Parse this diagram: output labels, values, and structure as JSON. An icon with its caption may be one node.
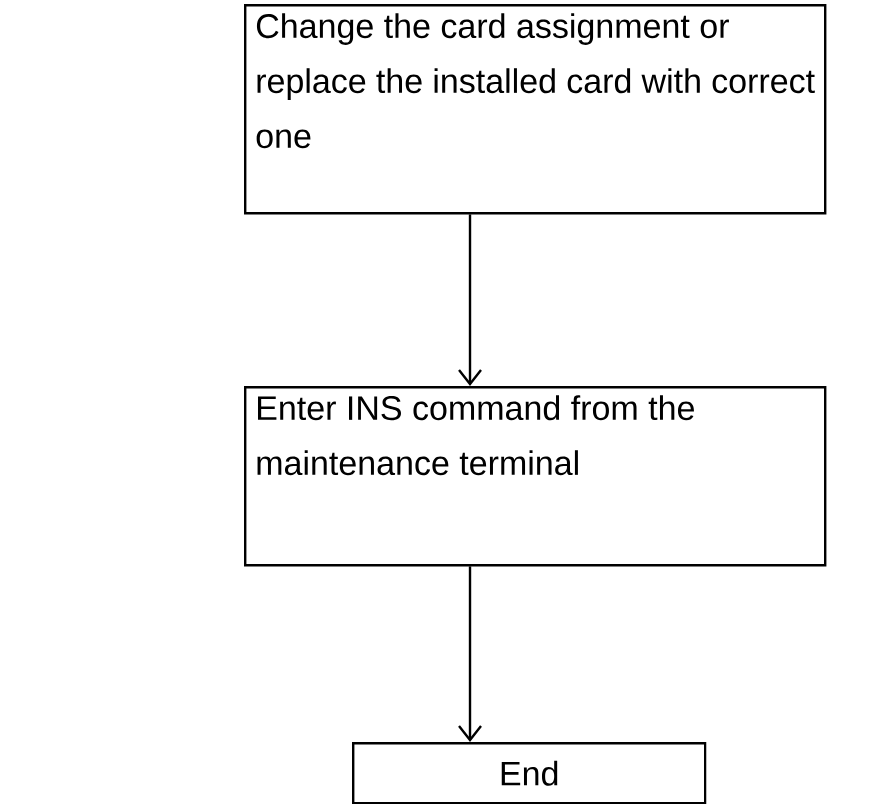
{
  "diagram": {
    "nodes": [
      {
        "text": [
          "Change the card assignment or replace the installed card with correct one"
        ]
      },
      {
        "text": [
          "Enter INS command from the maintenance terminal"
        ]
      },
      {
        "text": [
          "End"
        ]
      }
    ],
    "edges": [
      {
        "from": 0,
        "to": 1,
        "arrow": "to"
      },
      {
        "from": 1,
        "to": 2,
        "arrow": "to"
      }
    ]
  }
}
